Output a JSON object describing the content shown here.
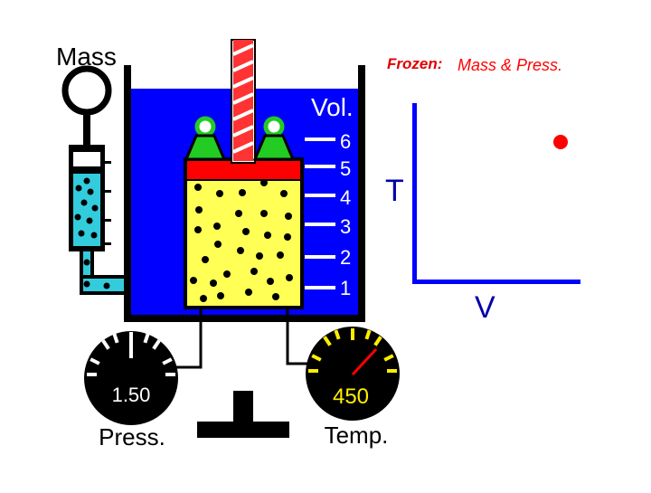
{
  "labels": {
    "mass": "Mass",
    "frozen_prefix": "Frozen:",
    "frozen_items": "Mass & Press.",
    "volume": "Vol.",
    "temperature_axis": "T",
    "volume_axis": "V",
    "pressure": "Press.",
    "temperature": "Temp."
  },
  "volume_scale": [
    "6",
    "5",
    "4",
    "3",
    "2",
    "1"
  ],
  "gauges": {
    "pressure_value": "1.50",
    "temperature_value": "450"
  },
  "colors": {
    "tank_blue": "#0000ff",
    "gas_yellow": "#ffff55",
    "piston_red": "#ff0000",
    "cylinder_cyan": "#33ccdd",
    "weight_green": "#22cc22",
    "frozen_label_red": "#ff0000",
    "temp_value_yellow": "#ffee00"
  }
}
